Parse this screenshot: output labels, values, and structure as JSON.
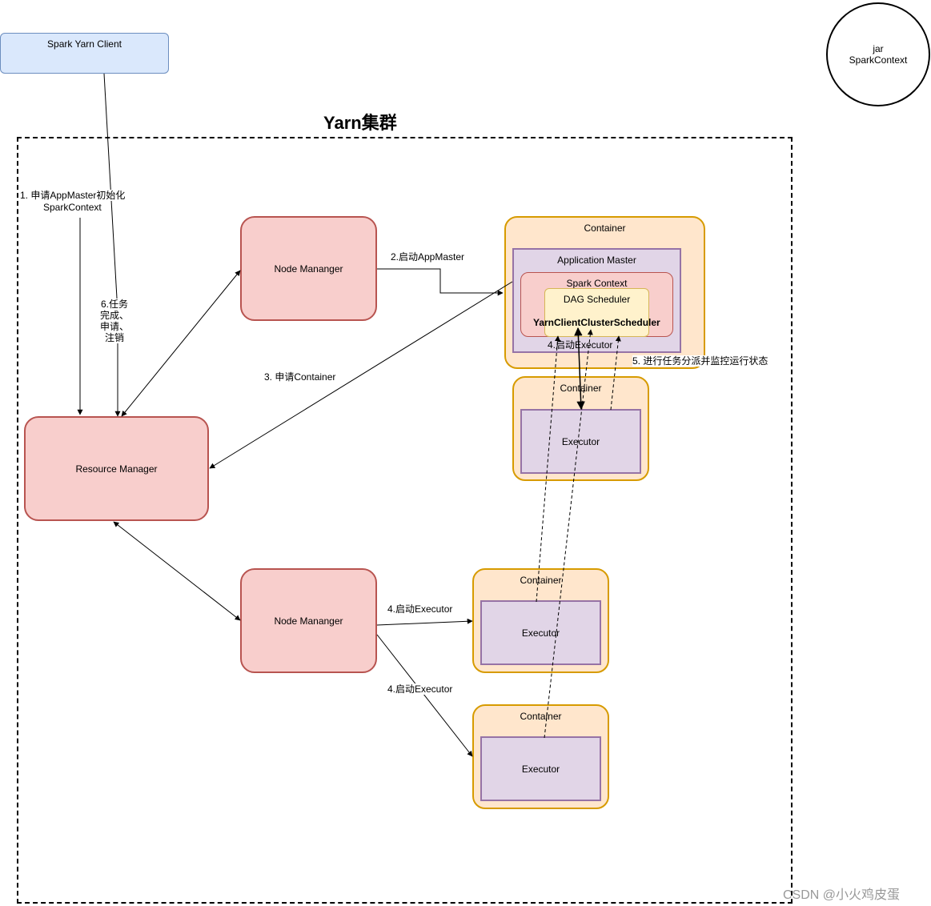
{
  "client": {
    "label": "Spark Yarn Client"
  },
  "jar_node": {
    "line1": "jar",
    "line2": "SparkContext"
  },
  "cluster": {
    "title": "Yarn集群"
  },
  "resource_manager": {
    "label": "Resource Manager"
  },
  "node_manager_top": {
    "label": "Node Mananger"
  },
  "node_manager_bottom": {
    "label": "Node Mananger"
  },
  "am_container": {
    "label": "Container",
    "application_master": "Application Master",
    "spark_context": "Spark Context",
    "dag_scheduler": "DAG Scheduler",
    "yarn_scheduler": "YarnClientClusterScheduler"
  },
  "containers": [
    {
      "label": "Container",
      "executor": "Executor"
    },
    {
      "label": "Container",
      "executor": "Executor"
    },
    {
      "label": "Container",
      "executor": "Executor"
    }
  ],
  "edge_labels": {
    "step1_line1": "1. 申请AppMaster初始化",
    "step1_line2": "SparkContext",
    "step2": "2.启动AppMaster",
    "step3": "3. 申请Container",
    "step4_top": "4.启动Executor",
    "step4_mid": "4.启动Executor",
    "step4_bottom": "4.启动Executor",
    "step5": "5. 进行任务分派并监控运行状态",
    "step6": "6.任务\n完成、\n申请、\n注销"
  },
  "watermark": "CSDN @小火鸡皮蛋"
}
